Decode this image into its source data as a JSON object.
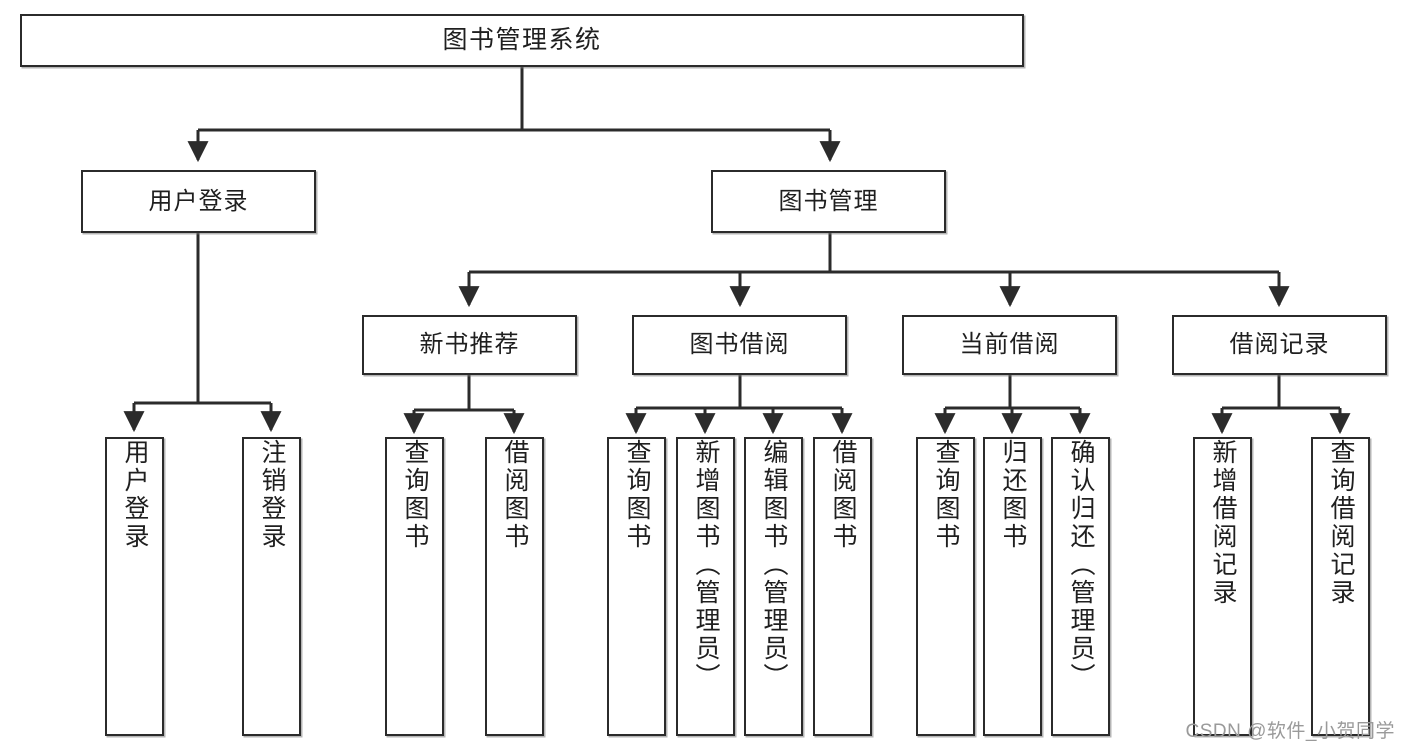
{
  "diagram": {
    "title": "图书管理系统",
    "type": "tree",
    "watermark": "CSDN @软件_小贺同学",
    "style": {
      "box_fill": "#ffffff",
      "box_stroke": "#2b2b2b",
      "connector_color": "#2b2b2b",
      "text_color": "#1f1f1f",
      "background": "#ffffff",
      "watermark_color": "#9a9a9a"
    },
    "root": {
      "label": "图书管理系统"
    },
    "level2": [
      {
        "label": "用户登录"
      },
      {
        "label": "图书管理"
      }
    ],
    "level3": [
      {
        "label": "新书推荐"
      },
      {
        "label": "图书借阅"
      },
      {
        "label": "当前借阅"
      },
      {
        "label": "借阅记录"
      }
    ],
    "leaves": {
      "user_login": [
        {
          "label": "用户登录"
        },
        {
          "label": "注销登录"
        }
      ],
      "new_book_recommend": [
        {
          "label": "查询图书"
        },
        {
          "label": "借阅图书"
        }
      ],
      "book_borrow": [
        {
          "label": "查询图书"
        },
        {
          "label": "新增图书（管理员）"
        },
        {
          "label": "编辑图书（管理员）"
        },
        {
          "label": "借阅图书"
        }
      ],
      "current_borrow": [
        {
          "label": "查询图书"
        },
        {
          "label": "归还图书"
        },
        {
          "label": "确认归还（管理员）"
        }
      ],
      "borrow_record": [
        {
          "label": "新增借阅记录"
        },
        {
          "label": "查询借阅记录"
        }
      ]
    }
  }
}
